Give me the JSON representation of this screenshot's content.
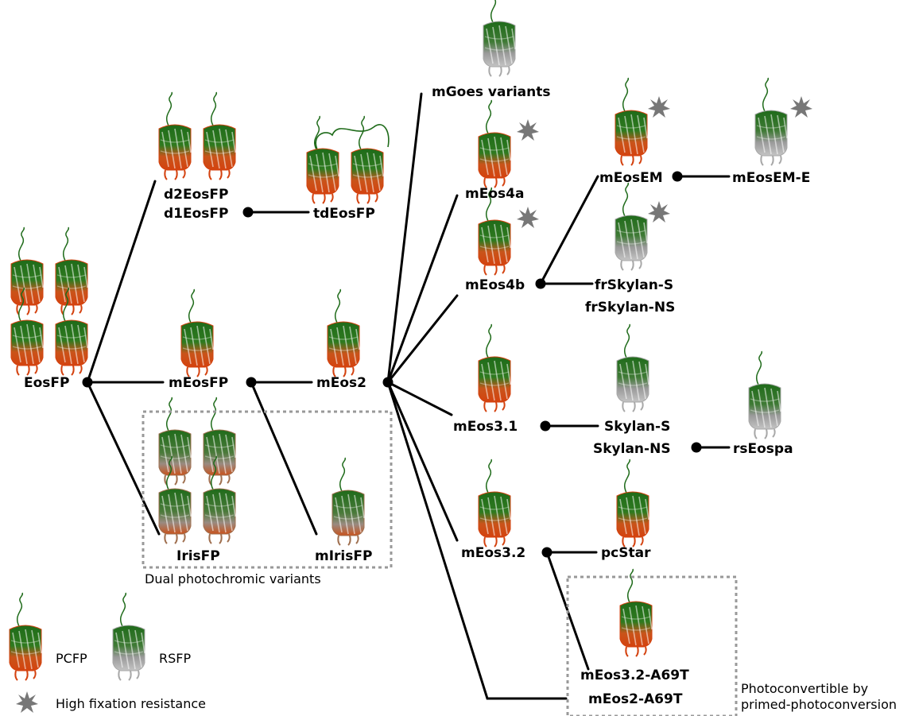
{
  "colors": {
    "pcfp_top": "#1f6b1a",
    "pcfp_bottom": "#d4420f",
    "rsfp_top": "#1f6b1a",
    "rsfp_bottom": "#b8b8b8",
    "star": "#777777",
    "dash_box": "#999999"
  },
  "icons": {
    "pcfp": "pcfp-protein-icon",
    "rsfp": "rsfp-protein-icon",
    "star": "fixation-star-icon"
  },
  "nodes": {
    "eosfp": "EosFP",
    "d2eosfp": "d2EosFP",
    "d1eosfp": "d1EosFP",
    "tdeosfp": "tdEosFP",
    "meosfp": "mEosFP",
    "irisfp": "IrisFP",
    "mirisfp": "mIrisFP",
    "meos2": "mEos2",
    "mgoes": "mGoes variants",
    "meos4a": "mEos4a",
    "meos4b": "mEos4b",
    "meosem": "mEosEM",
    "meosem_e": "mEosEM-E",
    "frskylan_s": "frSkylan-S",
    "frskylan_ns": "frSkylan-NS",
    "meos31": "mEos3.1",
    "skylan_s": "Skylan-S",
    "skylan_ns": "Skylan-NS",
    "rseospa": "rsEospa",
    "meos32": "mEos3.2",
    "pcstar": "pcStar",
    "meos32_a69t": "mEos3.2-A69T",
    "meos2_a69t": "mEos2-A69T"
  },
  "groups": {
    "dual": "Dual photochromic variants",
    "primed_line1": "Photoconvertible by",
    "primed_line2": "primed-photoconversion"
  },
  "legend": {
    "pcfp": "PCFP",
    "rsfp": "RSFP",
    "fixation": "High fixation resistance"
  }
}
